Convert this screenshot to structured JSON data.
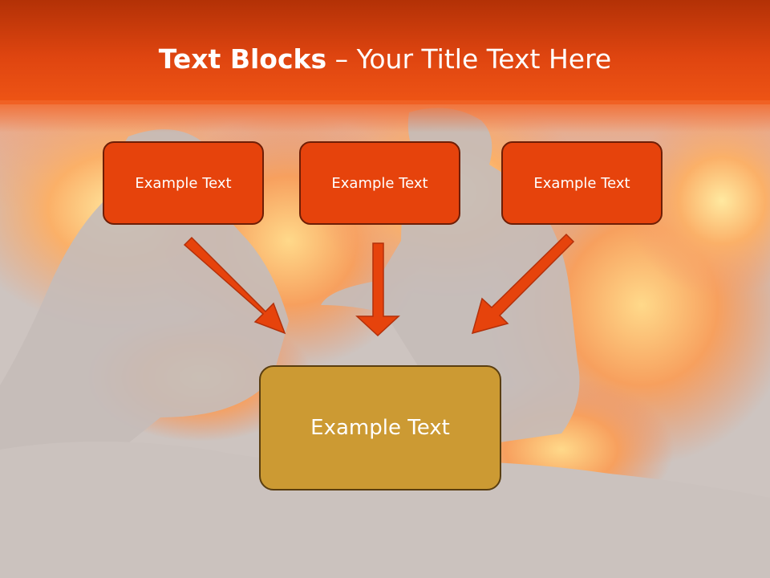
{
  "slide": {
    "title_bold": "Text Blocks",
    "title_rest": " – Your Title Text Here",
    "boxes": [
      {
        "label": "Example Text"
      },
      {
        "label": "Example Text"
      },
      {
        "label": "Example Text"
      }
    ],
    "main_box": {
      "label": "Example Text"
    }
  },
  "colors": {
    "header": "#df4510",
    "box_fill": "#e6430c",
    "box_border": "#6e1e06",
    "main_fill": "#cc9a33",
    "arrow": "#e6430c"
  }
}
